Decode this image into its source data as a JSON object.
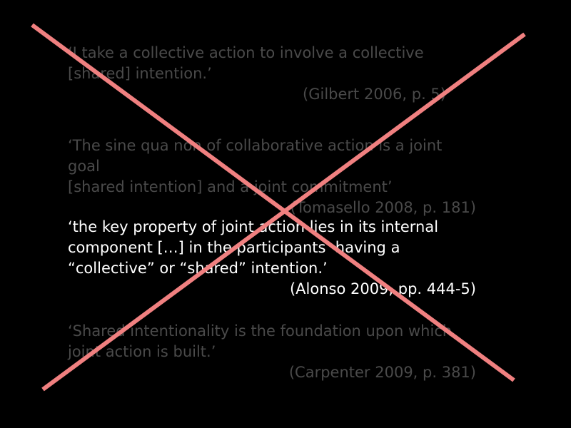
{
  "quotes": [
    {
      "text": "‘I take a collective action to involve a collective\n[shared] intention.’",
      "citation": "(Gilbert 2006, p. 5)",
      "emphasis": "dim"
    },
    {
      "text": "‘The sine qua non of collaborative action is a joint goal\n[shared intention] and a joint commitment’",
      "citation": "(Tomasello 2008, p. 181)",
      "emphasis": "dim"
    },
    {
      "text": "‘the key property of joint action lies in its internal\ncomponent […] in the participants’ having a\n“collective” or “shared” intention.’",
      "citation": "(Alonso 2009, pp. 444-5)",
      "emphasis": "bright"
    },
    {
      "text": "‘Shared intentionality is the foundation upon which\njoint action is built.’",
      "citation": "(Carpenter 2009, p. 381)",
      "emphasis": "dim"
    }
  ],
  "colors": {
    "background": "#000000",
    "dim_text": "#4a4a4a",
    "bright_text": "#ffffff",
    "cross": "#f08080"
  }
}
